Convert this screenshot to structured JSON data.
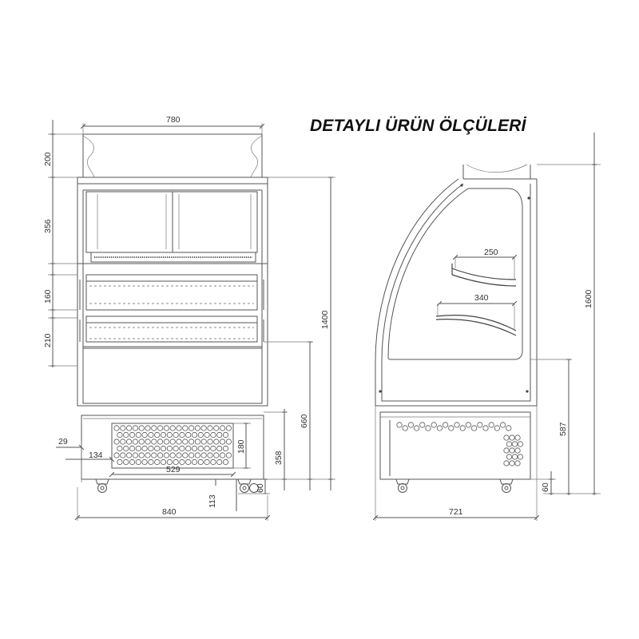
{
  "title": "DETAYLI ÜRÜN ÖLÇÜLERİ",
  "front": {
    "top_width": "780",
    "canopy_h": "200",
    "upper_h": "356",
    "shelf1_h": "160",
    "shelf2_h": "210",
    "total_h": "1400",
    "base_h": "660",
    "grille_h": "180",
    "grille_off": "358",
    "grille_w": "529",
    "side_off": "29",
    "grille_left": "134",
    "wheel_h": "60",
    "wheel_off": "113",
    "total_w": "840"
  },
  "side": {
    "shelf_top_w": "250",
    "shelf_bottom_w": "340",
    "total_h": "1600",
    "base_h": "587",
    "wheel_h": "60",
    "depth": "721"
  }
}
